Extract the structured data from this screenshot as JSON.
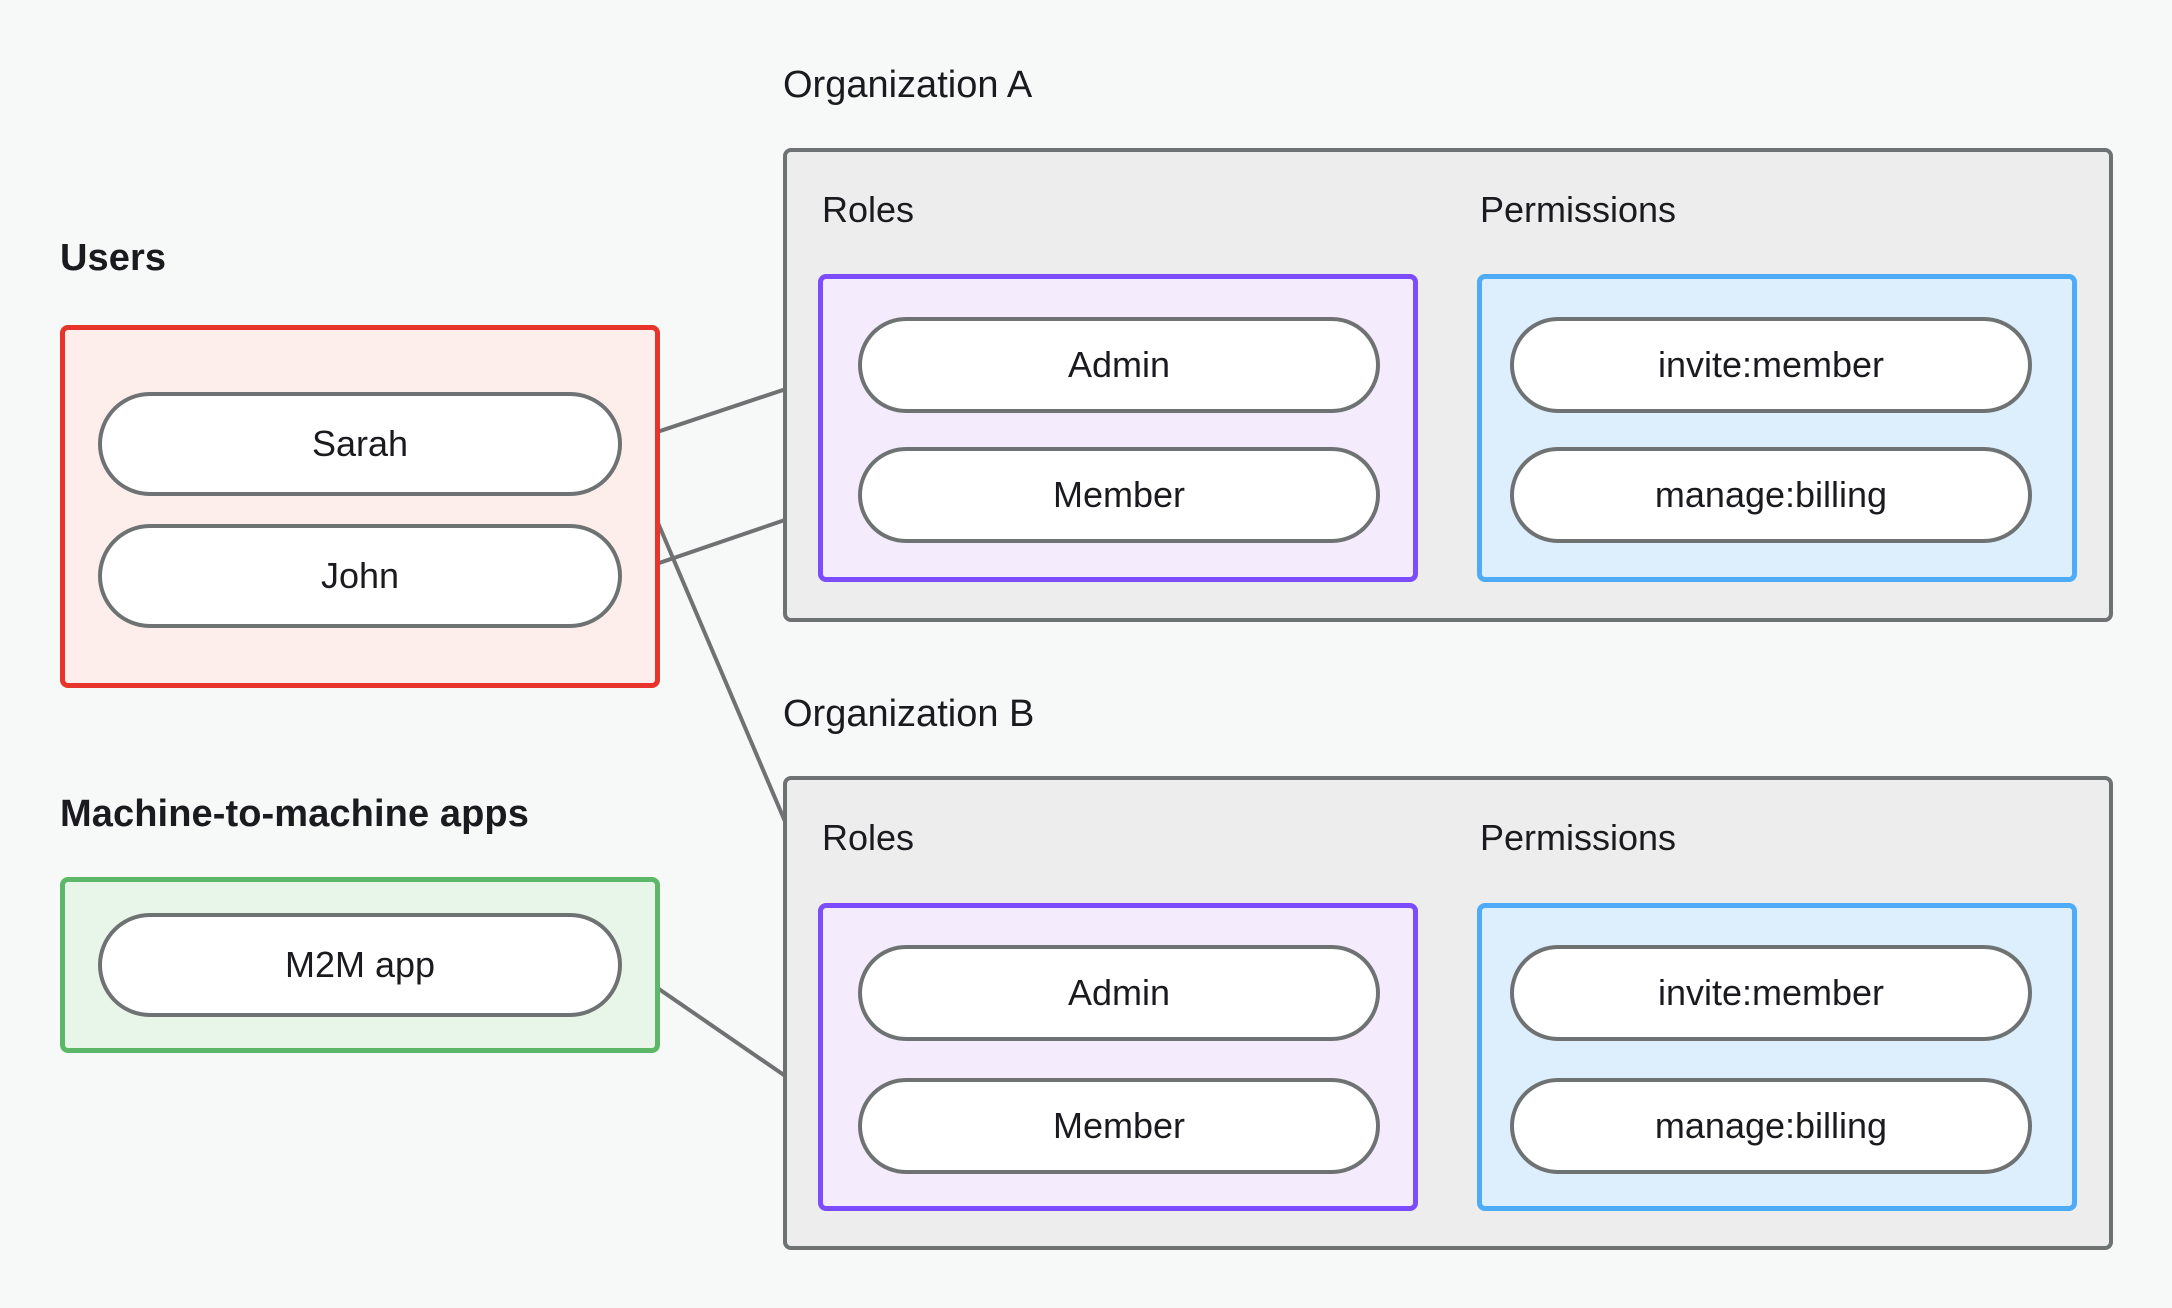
{
  "diagram": {
    "title_users": "Users",
    "title_m2m": "Machine-to-machine apps",
    "org_a_title": "Organization A",
    "org_b_title": "Organization B",
    "roles_label": "Roles",
    "permissions_label": "Permissions"
  },
  "users": {
    "items": [
      {
        "label": "Sarah"
      },
      {
        "label": "John"
      }
    ]
  },
  "m2m": {
    "items": [
      {
        "label": "M2M app"
      }
    ]
  },
  "org_a": {
    "name": "Organization A",
    "roles_label": "Roles",
    "permissions_label": "Permissions",
    "roles": [
      {
        "label": "Admin"
      },
      {
        "label": "Member"
      }
    ],
    "permissions": [
      {
        "label": "invite:member"
      },
      {
        "label": "manage:billing"
      }
    ]
  },
  "org_b": {
    "name": "Organization B",
    "roles_label": "Roles",
    "permissions_label": "Permissions",
    "roles": [
      {
        "label": "Admin"
      },
      {
        "label": "Member"
      }
    ],
    "permissions": [
      {
        "label": "invite:member"
      },
      {
        "label": "manage:billing"
      }
    ]
  },
  "connections": [
    {
      "from": "Sarah",
      "to": "Organization A / Admin"
    },
    {
      "from": "Sarah",
      "to": "Organization B / Admin"
    },
    {
      "from": "John",
      "to": "Organization A / Member"
    },
    {
      "from": "M2M app",
      "to": "Organization B / Member"
    },
    {
      "from": "Organization A / Admin",
      "to": "Organization A / invite:member"
    },
    {
      "from": "Organization A / Admin",
      "to": "Organization A / manage:billing"
    },
    {
      "from": "Organization A / Member",
      "to": "Organization A / manage:billing"
    },
    {
      "from": "Organization B / Admin",
      "to": "Organization B / invite:member"
    },
    {
      "from": "Organization B / Admin",
      "to": "Organization B / manage:billing"
    },
    {
      "from": "Organization B / Member",
      "to": "Organization B / manage:billing"
    }
  ],
  "colors": {
    "background": "#f7f9f8",
    "users_border": "#e8352b",
    "users_fill": "#fdeeec",
    "m2m_border": "#5cb868",
    "m2m_fill": "#e8f6ea",
    "org_border": "#6f7273",
    "org_fill": "#ededed",
    "roles_border": "#7c4dff",
    "roles_fill": "#f4ecfd",
    "permissions_border": "#4dabf7",
    "permissions_fill": "#ddeefc",
    "node_border": "#6f7273",
    "node_fill": "#ffffff",
    "edge": "#6f7273",
    "text": "#1b1b1f"
  }
}
